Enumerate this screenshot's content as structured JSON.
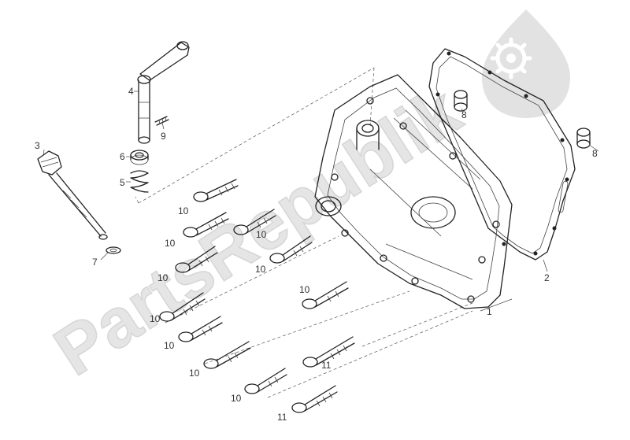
{
  "diagram": {
    "callouts": [
      {
        "id": "c1",
        "text": "1"
      },
      {
        "id": "c2",
        "text": "2"
      },
      {
        "id": "c3",
        "text": "3"
      },
      {
        "id": "c4",
        "text": "4"
      },
      {
        "id": "c5",
        "text": "5"
      },
      {
        "id": "c6",
        "text": "6"
      },
      {
        "id": "c7",
        "text": "7"
      },
      {
        "id": "c8a",
        "text": "8"
      },
      {
        "id": "c8b",
        "text": "8"
      },
      {
        "id": "c9",
        "text": "9"
      },
      {
        "id": "c10a",
        "text": "10"
      },
      {
        "id": "c10b",
        "text": "10"
      },
      {
        "id": "c10c",
        "text": "10"
      },
      {
        "id": "c10d",
        "text": "10"
      },
      {
        "id": "c10e",
        "text": "10"
      },
      {
        "id": "c10f",
        "text": "10"
      },
      {
        "id": "c10g",
        "text": "10"
      },
      {
        "id": "c10h",
        "text": "10"
      },
      {
        "id": "c10i",
        "text": "10"
      },
      {
        "id": "c10j",
        "text": "10"
      },
      {
        "id": "c11",
        "text": "11"
      }
    ]
  },
  "watermark": {
    "text": "PartsRepublik",
    "logo_icon": "gear-icon"
  }
}
